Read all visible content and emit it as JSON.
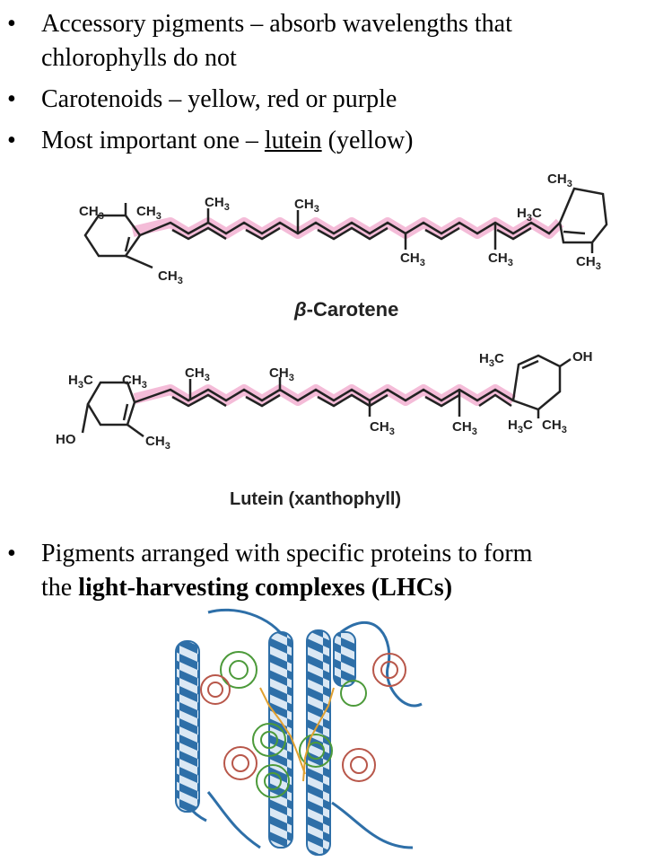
{
  "bullets": [
    {
      "text_a": "Accessory pigments – absorb wavelengths that",
      "text_b": "chlorophylls do not"
    },
    {
      "text": "Carotenoids – yellow, red or purple"
    },
    {
      "pre": "Most important one – ",
      "underlined": "lutein",
      "post": " (yellow)"
    },
    {
      "line1": "Pigments arranged with specific proteins to form",
      "pre": "the ",
      "bold": "light-harvesting complexes (LHCs)"
    }
  ],
  "bullet_glyph": "•",
  "beta_carotene": {
    "caption_symbol": "β",
    "caption_text": "-Carotene",
    "ch3": "CH3",
    "h3c": "H3C"
  },
  "lutein": {
    "caption": "Lutein (xanthophyll)",
    "ho": "HO",
    "oh": "OH"
  },
  "colors": {
    "conjugation_highlight": "#f4bcd8",
    "helix_blue": "#2e6fa8",
    "chlorophyll_green": "#4c9a3a",
    "pigment_red": "#b8574a",
    "carotenoid_orange": "#e0a030"
  }
}
